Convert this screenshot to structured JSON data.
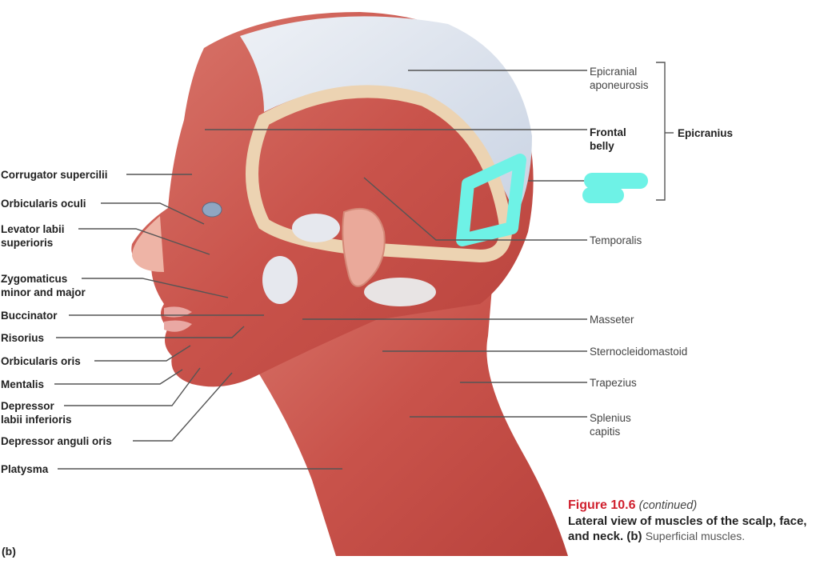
{
  "figure": {
    "number": "Figure 10.6",
    "continued": "(continued)",
    "title_bold": "Lateral view of muscles of the scalp, face, and neck. (b)",
    "title_plain": "Superficial muscles.",
    "panel_label": "(b)",
    "accent_color": "#d0202e"
  },
  "left_labels": [
    {
      "line1": "Corrugator supercilii",
      "line2": ""
    },
    {
      "line1": "Orbicularis oculi",
      "line2": ""
    },
    {
      "line1": "Levator labii",
      "line2": "superioris"
    },
    {
      "line1": "Zygomaticus",
      "line2": "minor and major"
    },
    {
      "line1": "Buccinator",
      "line2": ""
    },
    {
      "line1": "Risorius",
      "line2": ""
    },
    {
      "line1": "Orbicularis oris",
      "line2": ""
    },
    {
      "line1": "Mentalis",
      "line2": ""
    },
    {
      "line1": "Depressor",
      "line2": "labii inferioris"
    },
    {
      "line1": "Depressor anguli oris",
      "line2": ""
    },
    {
      "line1": "Platysma",
      "line2": ""
    }
  ],
  "right_labels": [
    {
      "line1": "Epicranial",
      "line2": "aponeurosis"
    },
    {
      "line1": "Frontal",
      "line2": "belly"
    },
    {
      "line1": "Temporalis",
      "line2": ""
    },
    {
      "line1": "Masseter",
      "line2": ""
    },
    {
      "line1": "Sternocleidomastoid",
      "line2": ""
    },
    {
      "line1": "Trapezius",
      "line2": ""
    },
    {
      "line1": "Splenius",
      "line2": "capitis"
    }
  ],
  "group_label": "Epicranius",
  "redaction": {
    "color": "#6ef2e6",
    "note": "hidden label (occipital belly)"
  }
}
